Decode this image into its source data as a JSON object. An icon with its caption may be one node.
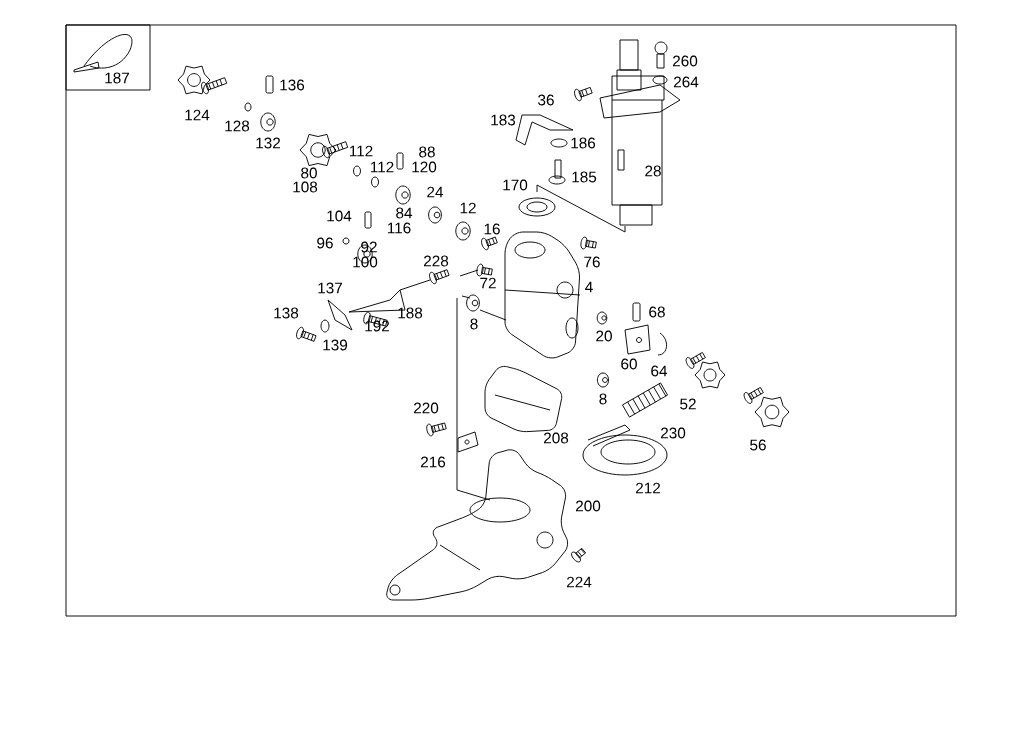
{
  "diagram": {
    "labels": [
      "187",
      "260",
      "136",
      "264",
      "36",
      "124",
      "128",
      "183",
      "132",
      "186",
      "112",
      "88",
      "112",
      "120",
      "80",
      "185",
      "28",
      "108",
      "170",
      "24",
      "12",
      "104",
      "84",
      "116",
      "16",
      "96",
      "92",
      "100",
      "228",
      "76",
      "137",
      "72",
      "4",
      "138",
      "188",
      "68",
      "192",
      "8",
      "20",
      "139",
      "60",
      "64",
      "52",
      "8",
      "220",
      "56",
      "230",
      "208",
      "216",
      "212",
      "200",
      "224"
    ]
  }
}
